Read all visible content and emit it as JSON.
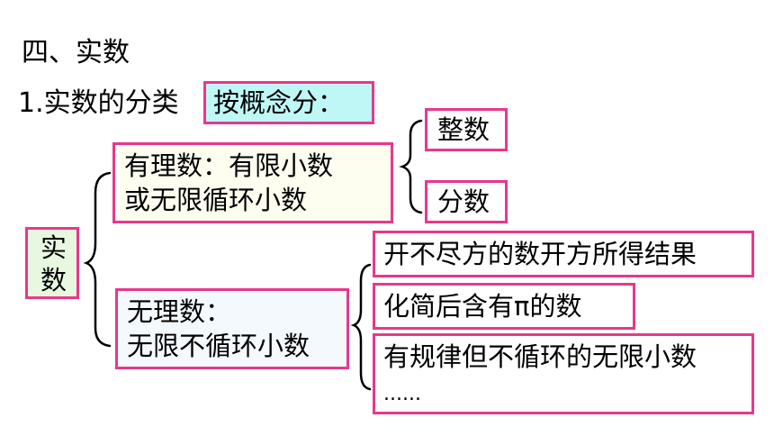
{
  "heading": "四、实数",
  "subheading": "1.实数的分类",
  "classify_by": "按概念分：",
  "root": "实数",
  "rational": {
    "line1": "有理数：有限小数",
    "line2": "或无限循环小数",
    "children": [
      "整数",
      "分数"
    ]
  },
  "irrational": {
    "line1": "无理数：",
    "line2": "无限不循环小数",
    "examples": {
      "a": "开不尽方的数开方所得结果",
      "b": "化简后含有π的数",
      "c": "有规律但不循环的无限小数",
      "c_more": "......"
    }
  },
  "colors": {
    "border": "#e8388a",
    "cyan_fill": "#bff7f7",
    "green_fill": "#e8f8e0",
    "cream_fill": "#fdfdf0",
    "light_blue_fill": "#f3f9fd"
  }
}
